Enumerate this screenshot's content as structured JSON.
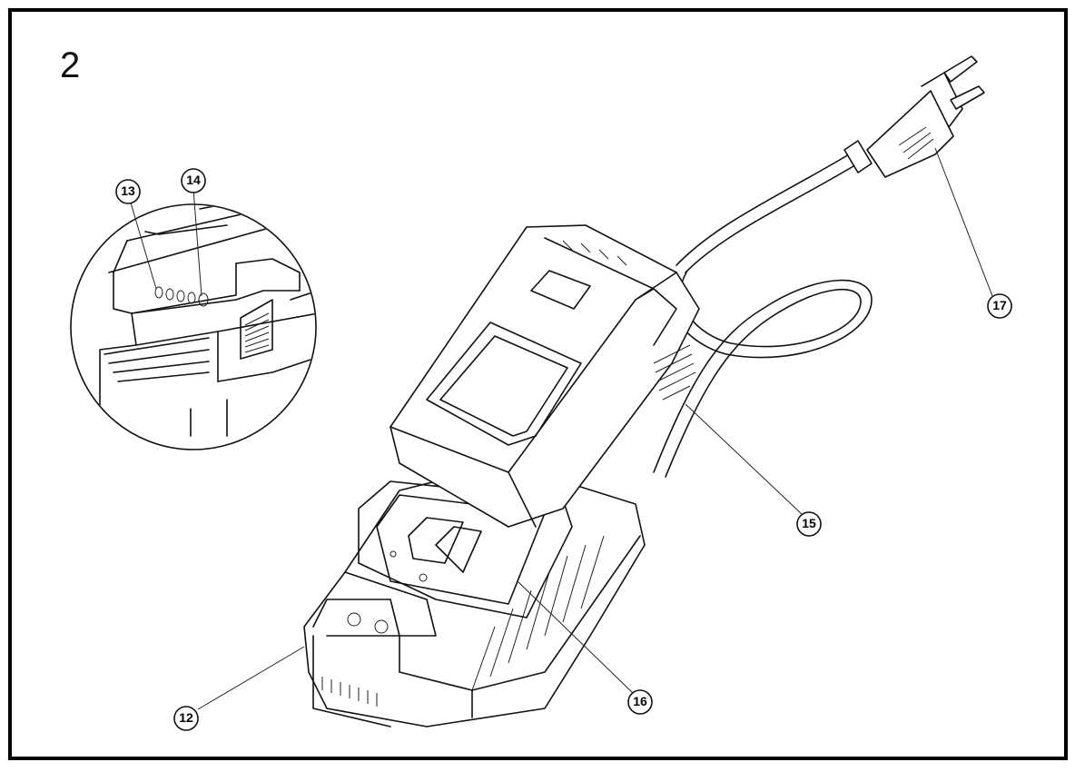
{
  "figure": {
    "number": "2",
    "callouts": [
      {
        "id": "c12",
        "label": "12"
      },
      {
        "id": "c13",
        "label": "13"
      },
      {
        "id": "c14",
        "label": "14"
      },
      {
        "id": "c15",
        "label": "15"
      },
      {
        "id": "c16",
        "label": "16"
      },
      {
        "id": "c17",
        "label": "17"
      }
    ]
  }
}
